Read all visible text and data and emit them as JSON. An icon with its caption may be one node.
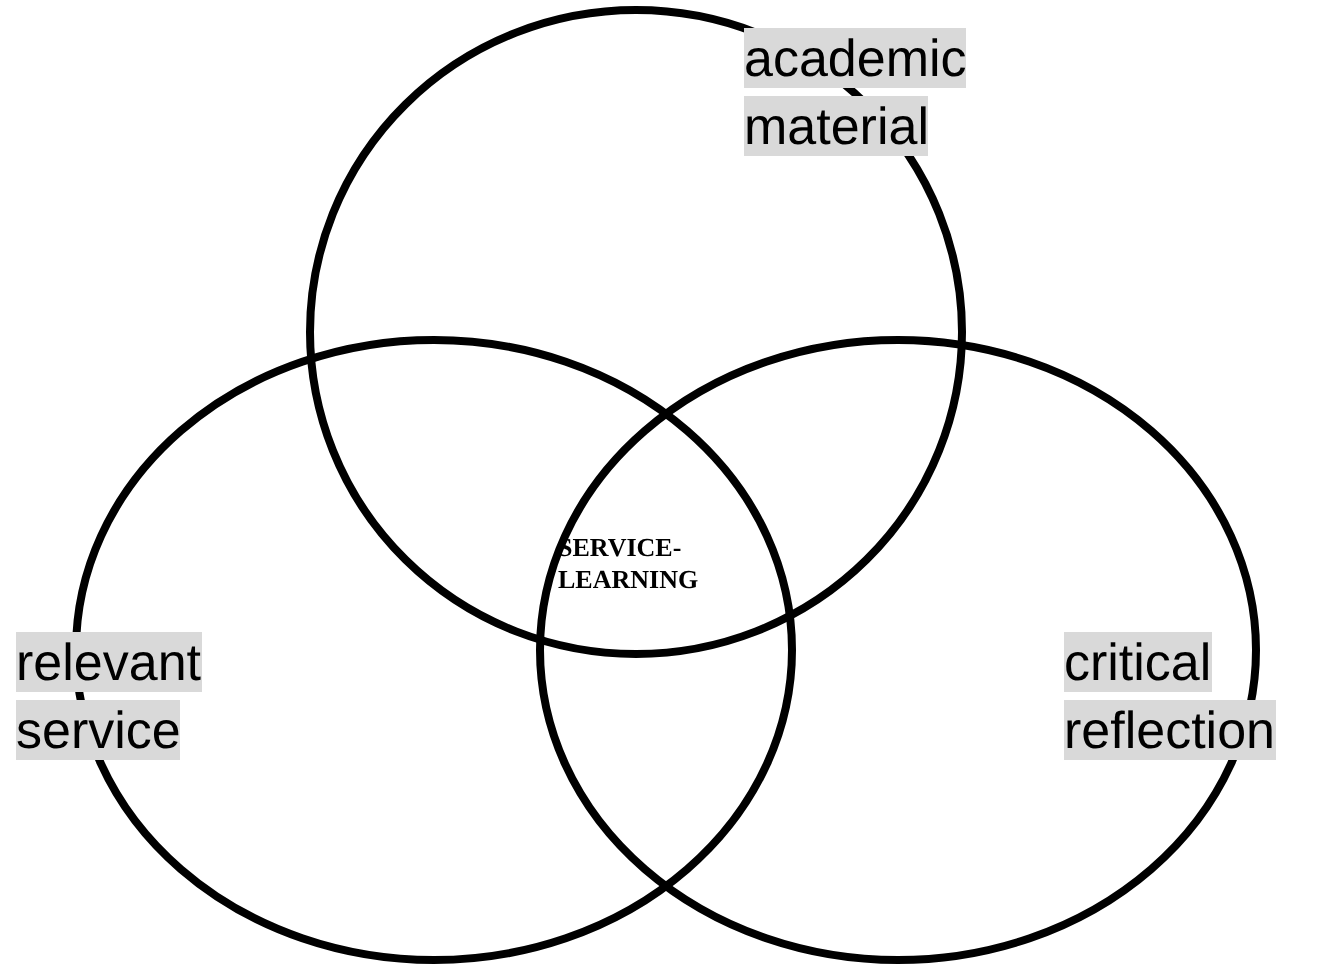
{
  "diagram": {
    "nodes": [
      {
        "text": [
          "academic material"
        ]
      },
      {
        "text": [
          "relevant service"
        ]
      },
      {
        "text": [
          "critical reflection"
        ]
      }
    ],
    "labels": [
      "SERVICE-LEARNING"
    ]
  }
}
